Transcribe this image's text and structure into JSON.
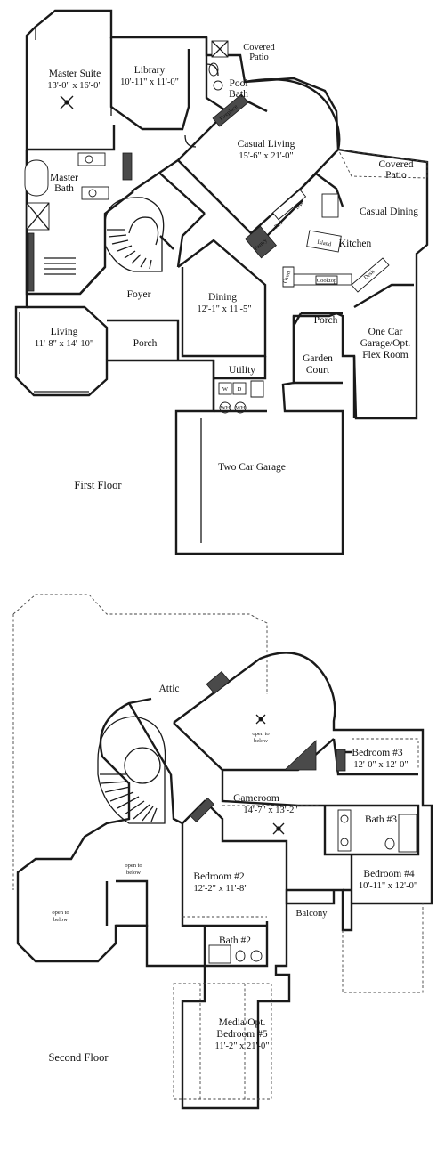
{
  "first_floor": {
    "floor_label": "First Floor",
    "rooms": {
      "master_suite": {
        "name": "Master Suite",
        "dims": "13'-0\" x 16'-0\""
      },
      "library": {
        "name": "Library",
        "dims": "10'-11\" x 11'-0\""
      },
      "pool_bath": {
        "name_1": "Pool",
        "name_2": "Bath"
      },
      "covered_patio_top": {
        "name_1": "Covered",
        "name_2": "Patio"
      },
      "casual_living": {
        "name": "Casual Living",
        "dims": "15'-6\" x 21'-0\""
      },
      "covered_patio_right": {
        "name_1": "Covered",
        "name_2": "Patio"
      },
      "master_bath": {
        "name_1": "Master",
        "name_2": "Bath"
      },
      "casual_dining": {
        "name": "Casual Dining"
      },
      "kitchen": {
        "name": "Kitchen"
      },
      "island": {
        "name": "Island"
      },
      "foyer": {
        "name": "Foyer"
      },
      "dining": {
        "name": "Dining",
        "dims": "12'-1\" x 11'-5\""
      },
      "porch_front": {
        "name": "Porch"
      },
      "porch_side": {
        "name": "Porch"
      },
      "living": {
        "name": "Living",
        "dims": "11'-8\" x 14'-10\""
      },
      "garage_one": {
        "line_1": "One Car",
        "line_2": "Garage/Opt.",
        "line_3": "Flex Room"
      },
      "garden_court": {
        "name_1": "Garden",
        "name_2": "Court"
      },
      "utility": {
        "name": "Utility"
      },
      "garage_two": {
        "name": "Two Car Garage"
      }
    },
    "fixtures": {
      "fireplace": "Fireplace",
      "dw": "DW",
      "ref": "Ref",
      "pantry": "Pantry",
      "oven": "Oven",
      "cooktop": "Cooktop",
      "desk": "Desk",
      "wh1": "WH",
      "wh2": "WH",
      "w": "W",
      "d": "D"
    }
  },
  "second_floor": {
    "floor_label": "Second Floor",
    "rooms": {
      "attic": {
        "name": "Attic"
      },
      "open_to_below_living": {
        "line_1": "open to",
        "line_2": "below"
      },
      "bedroom_3": {
        "name": "Bedroom #3",
        "dims": "12'-0\" x 12'-0\""
      },
      "gameroom": {
        "name": "Gameroom",
        "dims": "14'-7\" x 13'-2\""
      },
      "bath_3": {
        "name": "Bath #3"
      },
      "open_to_below_foyer": {
        "line_1": "open to",
        "line_2": "below"
      },
      "bedroom_2": {
        "name": "Bedroom #2",
        "dims": "12'-2\" x 11'-8\""
      },
      "bedroom_4": {
        "name": "Bedroom #4",
        "dims": "10'-11\" x 12'-0\""
      },
      "open_to_below_left": {
        "line_1": "open to",
        "line_2": "below"
      },
      "balcony": {
        "name": "Balcony"
      },
      "bath_2": {
        "name": "Bath #2"
      },
      "media": {
        "line_1": "Media/Opt.",
        "line_2": "Bedroom #5",
        "line_3": "11'-2\" x 21'-0\""
      }
    }
  },
  "colors": {
    "wall": "#1a1a1a",
    "background": "#ffffff",
    "fill": "#4a4a4a"
  }
}
